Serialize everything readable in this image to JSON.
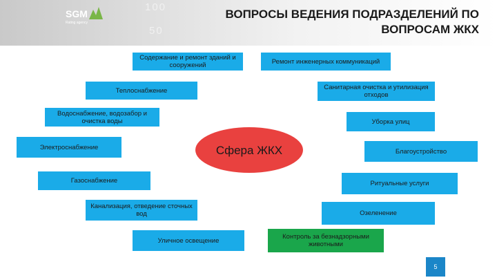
{
  "header": {
    "ghost_top": "100",
    "ghost_mid": "50",
    "logo_text": "SGM",
    "logo_sub": "Rating agency",
    "title": "ВОПРОСЫ ВЕДЕНИЯ ПОДРАЗДЕЛЕНИЙ ПО ВОПРОСАМ ЖКХ"
  },
  "center": {
    "label": "Сфера ЖКХ"
  },
  "boxes": {
    "b1": "Содержание и ремонт зданий и сооружений",
    "b2": "Ремонт инженерных коммуникаций",
    "b3": "Теплоснабжение",
    "b4": "Санитарная очистка и утилизация отходов",
    "b5": "Водоснабжение, водозабор и очистка воды",
    "b6": "Уборка улиц",
    "b7": "Электроснабжение",
    "b8": "Благоустройство",
    "b9": "Газоснабжение",
    "b10": "Ритуальные услуги",
    "b11": "Канализация, отведение сточных вод",
    "b12": "Озеленение",
    "b13": "Уличное освещение",
    "b14": "Контроль за безнадзорными животными"
  },
  "page_number": "5",
  "colors": {
    "box": "#1aabe8",
    "green_box": "#1aa64b",
    "center": "#e9413f",
    "page_badge": "#1b86c8"
  }
}
